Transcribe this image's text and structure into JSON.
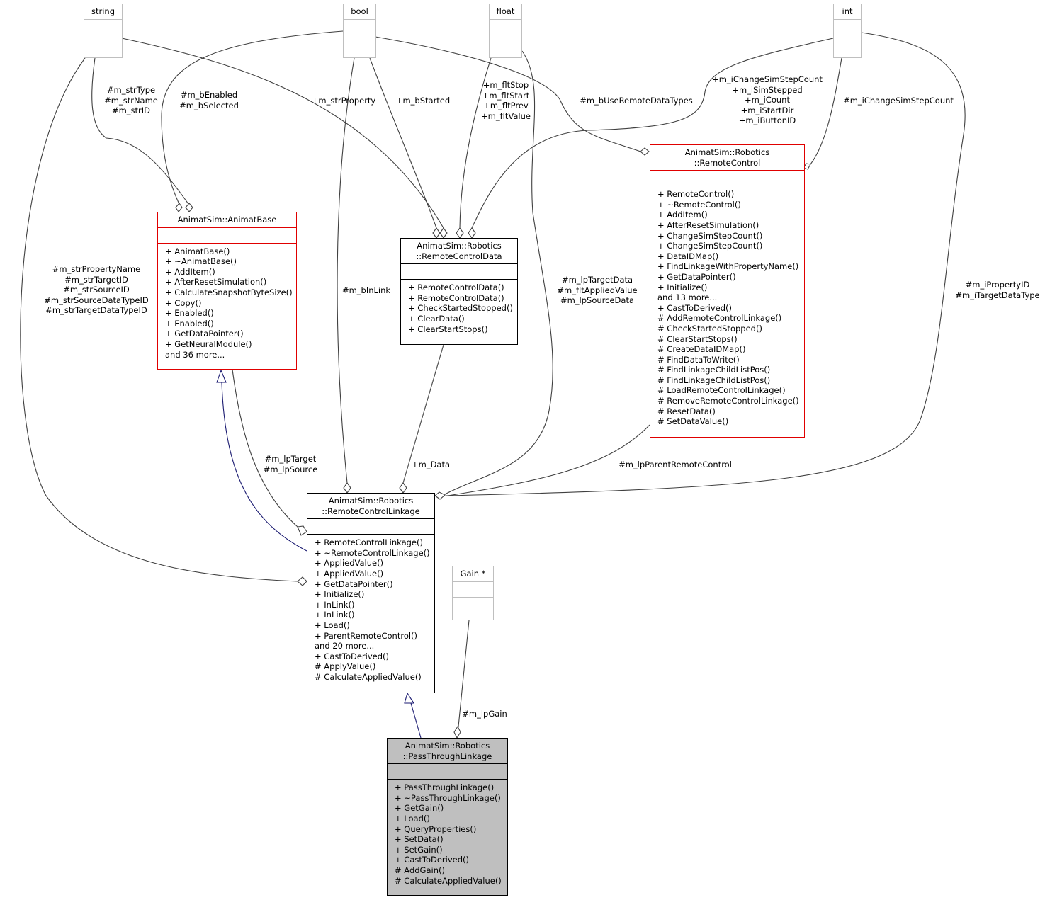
{
  "nodes": {
    "string": {
      "title": [
        "string"
      ],
      "ops": []
    },
    "bool": {
      "title": [
        "bool"
      ],
      "ops": []
    },
    "float": {
      "title": [
        "float"
      ],
      "ops": []
    },
    "int": {
      "title": [
        "int"
      ],
      "ops": []
    },
    "gain": {
      "title": [
        "Gain *"
      ],
      "ops": []
    },
    "animatbase": {
      "title": [
        "AnimatSim::AnimatBase"
      ],
      "ops": [
        "+ AnimatBase()",
        "+ ~AnimatBase()",
        "+ AddItem()",
        "+ AfterResetSimulation()",
        "+ CalculateSnapshotByteSize()",
        "+ Copy()",
        "+ Enabled()",
        "+ Enabled()",
        "+ GetDataPointer()",
        "+ GetNeuralModule()",
        "and 36 more..."
      ]
    },
    "remotecontroldata": {
      "title": [
        "AnimatSim::Robotics",
        "::RemoteControlData"
      ],
      "ops": [
        "+ RemoteControlData()",
        "+ RemoteControlData()",
        "+ CheckStartedStopped()",
        "+ ClearData()",
        "+ ClearStartStops()"
      ]
    },
    "remotecontrol": {
      "title": [
        "AnimatSim::Robotics",
        "::RemoteControl"
      ],
      "ops": [
        "+ RemoteControl()",
        "+ ~RemoteControl()",
        "+ AddItem()",
        "+ AfterResetSimulation()",
        "+ ChangeSimStepCount()",
        "+ ChangeSimStepCount()",
        "+ DataIDMap()",
        "+ FindLinkageWithPropertyName()",
        "+ GetDataPointer()",
        "+ Initialize()",
        "and 13 more...",
        "+ CastToDerived()",
        "# AddRemoteControlLinkage()",
        "# CheckStartedStopped()",
        "# ClearStartStops()",
        "# CreateDataIDMap()",
        "# FindDataToWrite()",
        "# FindLinkageChildListPos()",
        "# FindLinkageChildListPos()",
        "# LoadRemoteControlLinkage()",
        "# RemoveRemoteControlLinkage()",
        "# ResetData()",
        "# SetDataValue()"
      ]
    },
    "remotecontrollinkage": {
      "title": [
        "AnimatSim::Robotics",
        "::RemoteControlLinkage"
      ],
      "ops": [
        "+ RemoteControlLinkage()",
        "+ ~RemoteControlLinkage()",
        "+ AppliedValue()",
        "+ AppliedValue()",
        "+ GetDataPointer()",
        "+ Initialize()",
        "+ InLink()",
        "+ InLink()",
        "+ Load()",
        "+ ParentRemoteControl()",
        "and 20 more...",
        "+ CastToDerived()",
        "# ApplyValue()",
        "# CalculateAppliedValue()"
      ]
    },
    "passthroughlinkage": {
      "title": [
        "AnimatSim::Robotics",
        "::PassThroughLinkage"
      ],
      "ops": [
        "+ PassThroughLinkage()",
        "+ ~PassThroughLinkage()",
        "+ GetGain()",
        "+ Load()",
        "+ QueryProperties()",
        "+ SetData()",
        "+ SetGain()",
        "+ CastToDerived()",
        "# AddGain()",
        "# CalculateAppliedValue()"
      ]
    }
  },
  "edge_labels": {
    "str_to_base": [
      "#m_strType",
      "#m_strName",
      "#m_strID"
    ],
    "bool_to_base": [
      "#m_bEnabled",
      "#m_bSelected"
    ],
    "str_to_rcd": [
      "+m_strProperty"
    ],
    "bool_to_rcd": [
      "+m_bStarted"
    ],
    "float_to_rcd": [
      "+m_fltStop",
      "+m_fltStart",
      "+m_fltPrev",
      "+m_fltValue"
    ],
    "bool_to_rc": [
      "#m_bUseRemoteDataTypes"
    ],
    "int_to_rcd": [
      "+m_iChangeSimStepCount",
      "+m_iSimStepped",
      "+m_iCount",
      "+m_iStartDir",
      "+m_iButtonID"
    ],
    "int_to_rc": [
      "#m_iChangeSimStepCount"
    ],
    "str_to_rcl": [
      "#m_strPropertyName",
      "#m_strTargetID",
      "#m_strSourceID",
      "#m_strSourceDataTypeID",
      "#m_strTargetDataTypeID"
    ],
    "bool_to_rcl": [
      "#m_bInLink"
    ],
    "float_to_rcl": [
      "#m_lpTargetData",
      "#m_fltAppliedValue",
      "#m_lpSourceData"
    ],
    "int_to_rcl": [
      "#m_iPropertyID",
      "#m_iTargetDataType"
    ],
    "base_to_rcl": [
      "#m_lpTarget",
      "#m_lpSource"
    ],
    "rcd_to_rcl": [
      "+m_Data"
    ],
    "rc_to_rcl": [
      "#m_lpParentRemoteControl"
    ],
    "gain_to_ptl": [
      "#m_lpGain"
    ]
  }
}
